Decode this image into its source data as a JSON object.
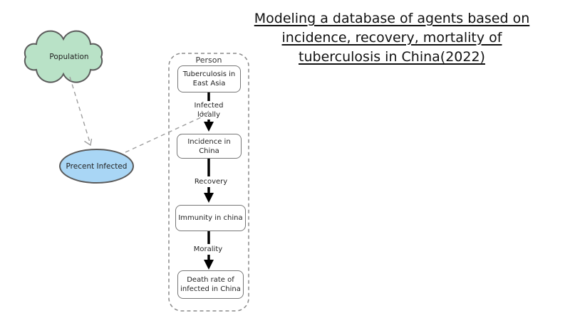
{
  "title": {
    "lines": [
      "Modeling a database of agents based on",
      "incidence, recovery, mortality of",
      "tuberculosis in China(2022)"
    ]
  },
  "nodes": {
    "population": {
      "label": "Population"
    },
    "precent_infected": {
      "label": "Precent Infected"
    }
  },
  "person_group": {
    "label": "Person",
    "boxes": [
      {
        "id": "tuberculosis-east-asia",
        "lines": [
          "Tuberculosis in",
          "East Asia"
        ]
      },
      {
        "id": "incidence-china",
        "lines": [
          "Incidence in",
          "China"
        ]
      },
      {
        "id": "immunity-china",
        "lines": [
          "Immunity in china"
        ]
      },
      {
        "id": "death-rate-china",
        "lines": [
          "Death rate of",
          "infected in China"
        ]
      }
    ],
    "edge_labels": [
      {
        "id": "infected-locally",
        "lines": [
          "Infected",
          "locally"
        ]
      },
      {
        "id": "recovery",
        "lines": [
          "Recovery"
        ]
      },
      {
        "id": "morality",
        "lines": [
          "Morality"
        ]
      }
    ]
  },
  "colors": {
    "population_fill": "#b9e2c7",
    "precent_fill": "#a9d6f5",
    "shape_stroke": "#5b5b5b",
    "box_stroke": "#777777",
    "group_stroke": "#8a8a8a",
    "connector": "#9e9e9e",
    "arrow": "#000000"
  }
}
